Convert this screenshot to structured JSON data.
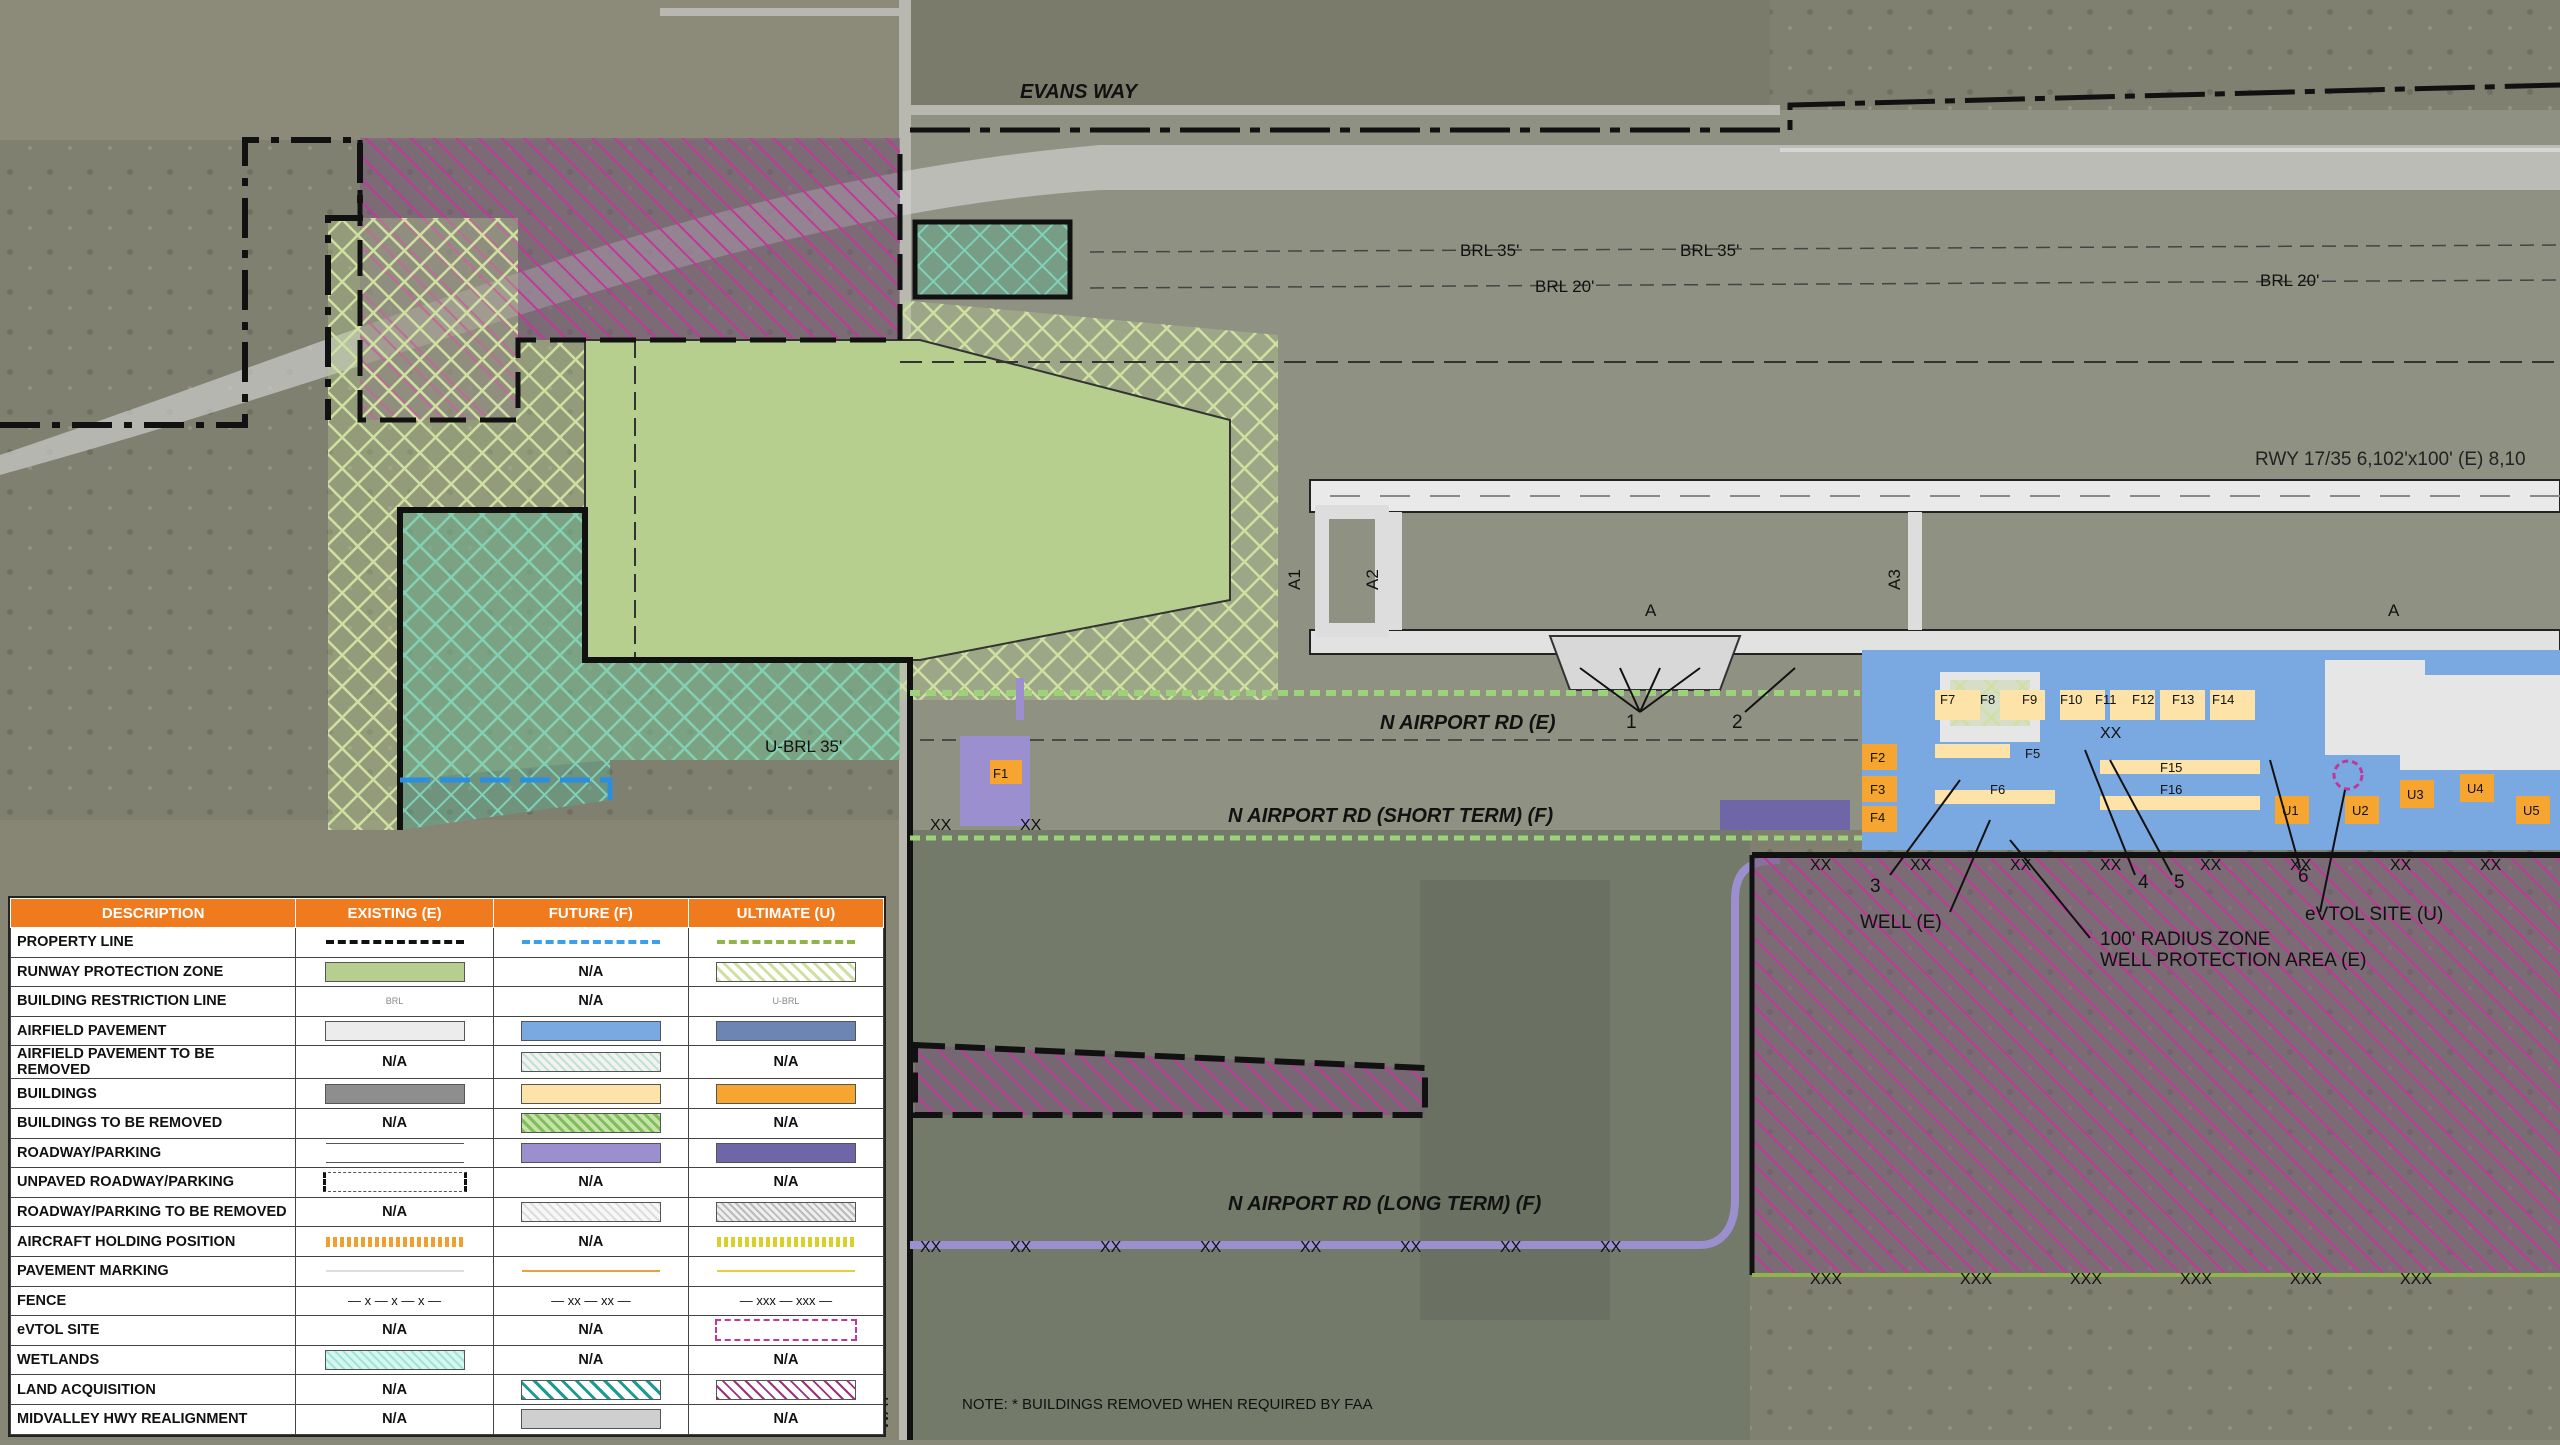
{
  "map": {
    "road_labels": {
      "evans_way": "EVANS WAY",
      "n_airport_rd_e": "N AIRPORT RD (E)",
      "n_airport_rd_short": "N AIRPORT RD (SHORT TERM) (F)",
      "n_airport_rd_long": "N AIRPORT RD (LONG TERM) (F)",
      "way_vertical": "WAY"
    },
    "runway_label": "RWY 17/35 6,102'x100' (E) 8,10",
    "taxiway_labels": [
      "A1",
      "A2",
      "A3",
      "A",
      "A"
    ],
    "brl_labels": {
      "brl35": "BRL 35'",
      "brl35_rev": "BRL 35'",
      "brl20": "BRL 20'",
      "brl20_rev": "BRL 20'",
      "u_brl35": "U-BRL 35'"
    },
    "building_ids": {
      "future": [
        "F1",
        "F2",
        "F3",
        "F4",
        "F5",
        "F6",
        "F7",
        "F8",
        "F9",
        "F10",
        "F11",
        "F12",
        "F13",
        "F14",
        "F15",
        "F16"
      ],
      "ultimate": [
        "U1",
        "U2",
        "U3",
        "U4",
        "U5"
      ]
    },
    "callouts": [
      "1",
      "2",
      "3",
      "4",
      "5",
      "6"
    ],
    "feature_labels": {
      "well": "WELL (E)",
      "radius_zone": "100' RADIUS ZONE",
      "well_protection": "WELL PROTECTION AREA (E)",
      "evtol": "eVTOL SITE (U)"
    },
    "fence_marks": {
      "xx": "XX",
      "xxx": "XXX"
    },
    "colors": {
      "rpz_existing": "#b7cf8e",
      "land_acq": "#c2379a",
      "future_pavement": "#7aa8e0",
      "ultimate_pavement": "#6c86b4",
      "buildings_future": "#fde3a7",
      "buildings_ultimate": "#f6a531",
      "roadway_future": "#9b8fcf",
      "roadway_ultimate": "#6e66a6",
      "property_future": "#3aa0ea",
      "property_ultimate": "#8fb44a",
      "legend_header": "#f07a1e"
    }
  },
  "legend": {
    "headers": [
      "DESCRIPTION",
      "EXISTING (E)",
      "FUTURE (F)",
      "ULTIMATE (U)"
    ],
    "rows": [
      {
        "label": "PROPERTY LINE",
        "e": "",
        "f": "",
        "u": ""
      },
      {
        "label": "RUNWAY PROTECTION ZONE",
        "e": "",
        "f": "N/A",
        "u": ""
      },
      {
        "label": "BUILDING RESTRICTION LINE",
        "e": "BRL",
        "f": "N/A",
        "u": "U-BRL"
      },
      {
        "label": "AIRFIELD PAVEMENT",
        "e": "",
        "f": "",
        "u": ""
      },
      {
        "label": "AIRFIELD PAVEMENT TO BE REMOVED",
        "e": "N/A",
        "f": "",
        "u": "N/A"
      },
      {
        "label": "BUILDINGS",
        "e": "",
        "f": "",
        "u": ""
      },
      {
        "label": "BUILDINGS TO BE REMOVED",
        "e": "N/A",
        "f": "",
        "u": "N/A"
      },
      {
        "label": "ROADWAY/PARKING",
        "e": "",
        "f": "",
        "u": ""
      },
      {
        "label": "UNPAVED ROADWAY/PARKING",
        "e": "",
        "f": "N/A",
        "u": "N/A"
      },
      {
        "label": "ROADWAY/PARKING TO BE REMOVED",
        "e": "N/A",
        "f": "",
        "u": ""
      },
      {
        "label": "AIRCRAFT HOLDING POSITION",
        "e": "",
        "f": "N/A",
        "u": ""
      },
      {
        "label": "PAVEMENT MARKING",
        "e": "",
        "f": "",
        "u": ""
      },
      {
        "label": "FENCE",
        "e": "— x — x — x —",
        "f": "— xx — xx —",
        "u": "— xxx — xxx —"
      },
      {
        "label": "eVTOL SITE",
        "e": "N/A",
        "f": "N/A",
        "u": ""
      },
      {
        "label": "WETLANDS",
        "e": "",
        "f": "N/A",
        "u": "N/A"
      },
      {
        "label": "LAND ACQUISITION",
        "e": "N/A",
        "f": "",
        "u": ""
      },
      {
        "label": "MIDVALLEY HWY REALIGNMENT",
        "e": "N/A",
        "f": "",
        "u": "N/A"
      }
    ]
  },
  "note": "NOTE: * BUILDINGS REMOVED WHEN REQUIRED BY FAA"
}
